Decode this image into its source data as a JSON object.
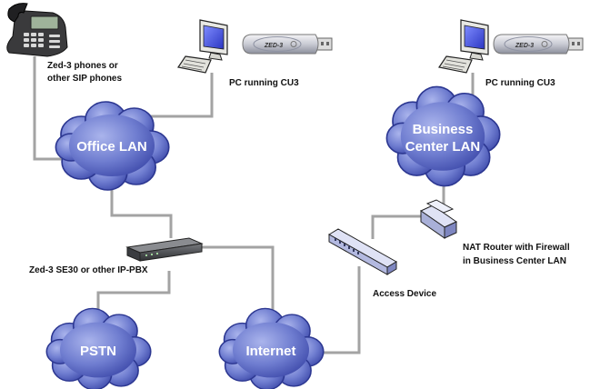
{
  "colors": {
    "cloud_fill": "#6f7dd0",
    "cloud_edge": "#2c3791",
    "link": "#a3a3a3",
    "label_text": "#111111",
    "cloud_text": "#ffffff"
  },
  "clouds": {
    "office_lan": "Office LAN",
    "business_center_lan": [
      "Business",
      "Center LAN"
    ],
    "pstn": "PSTN",
    "internet": "Internet"
  },
  "labels": {
    "phones": [
      "Zed-3 phones or",
      "other SIP phones"
    ],
    "pc_left": "PC running CU3",
    "pc_right": "PC running CU3",
    "ippbx": "Zed-3 SE30 or other IP-PBX",
    "nat_router": [
      "NAT Router with Firewall",
      "in Business Center LAN"
    ],
    "access_device": "Access Device"
  },
  "devices": {
    "usb_key_text": "ZED-3",
    "icons": [
      "sip-phone-icon",
      "computer-icon",
      "usb-key-icon",
      "ip-pbx-icon",
      "nat-router-icon",
      "access-device-icon"
    ]
  }
}
